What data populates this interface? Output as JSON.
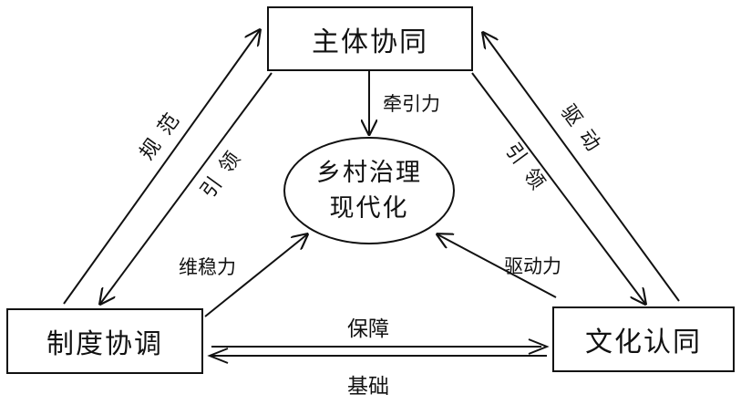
{
  "nodes": {
    "top": "主体协同",
    "left": "制度协调",
    "right": "文化认同",
    "center_line1": "乡村治理",
    "center_line2": "现代化"
  },
  "labels": {
    "top_to_center": "牵引力",
    "left_to_center": "维稳力",
    "right_to_center": "驱动力",
    "bottom_upper": "保障",
    "bottom_lower": "基础",
    "left_outer": "规范",
    "left_inner": "引领",
    "right_inner": "引领",
    "right_outer": "驱动"
  }
}
